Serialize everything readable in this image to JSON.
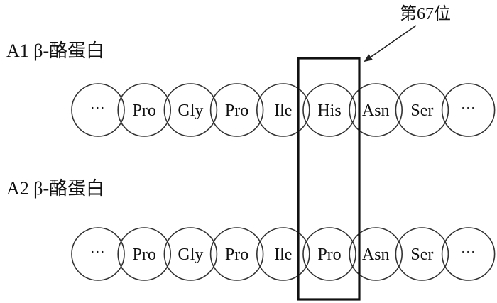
{
  "annotation": {
    "text": "第67位"
  },
  "rows": [
    {
      "title": "A1 β-酪蛋白",
      "residues": [
        {
          "text": "···",
          "kind": "ellipsis",
          "color": "#ff2200"
        },
        {
          "text": "Pro",
          "kind": "residue",
          "color": "#111111"
        },
        {
          "text": "Gly",
          "kind": "residue",
          "color": "#111111"
        },
        {
          "text": "Pro",
          "kind": "residue",
          "color": "#111111"
        },
        {
          "text": "Ile",
          "kind": "residue",
          "color": "#111111"
        },
        {
          "text": "His",
          "kind": "residue",
          "color": "#e02d2d"
        },
        {
          "text": "Asn",
          "kind": "residue",
          "color": "#111111"
        },
        {
          "text": "Ser",
          "kind": "residue",
          "color": "#111111"
        },
        {
          "text": "···",
          "kind": "ellipsis",
          "color": "#2a4da8"
        }
      ]
    },
    {
      "title": "A2 β-酪蛋白",
      "residues": [
        {
          "text": "···",
          "kind": "ellipsis",
          "color": "#ff2200"
        },
        {
          "text": "Pro",
          "kind": "residue",
          "color": "#111111"
        },
        {
          "text": "Gly",
          "kind": "residue",
          "color": "#111111"
        },
        {
          "text": "Pro",
          "kind": "residue",
          "color": "#111111"
        },
        {
          "text": "Ile",
          "kind": "residue",
          "color": "#111111"
        },
        {
          "text": "Pro",
          "kind": "residue",
          "color": "#e02d2d"
        },
        {
          "text": "Asn",
          "kind": "residue",
          "color": "#111111"
        },
        {
          "text": "Ser",
          "kind": "residue",
          "color": "#111111"
        },
        {
          "text": "···",
          "kind": "ellipsis",
          "color": "#2a4da8"
        }
      ]
    }
  ]
}
